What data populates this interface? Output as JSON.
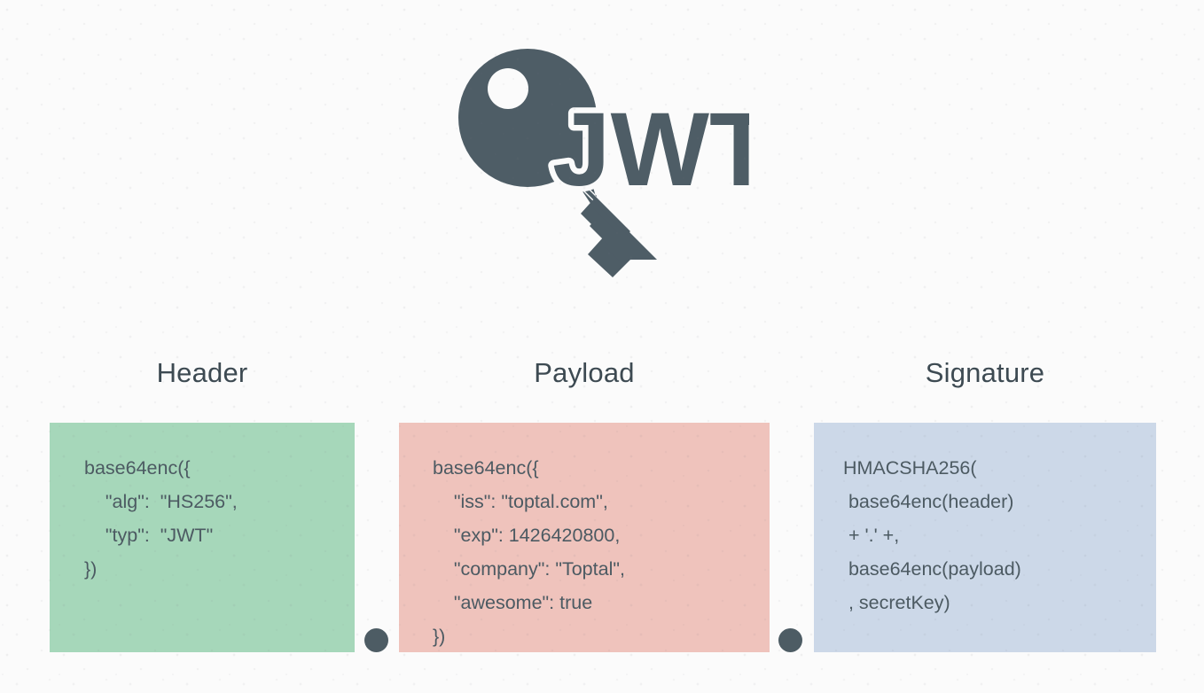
{
  "logo": {
    "brand_text": "JWT",
    "icon": "key-icon",
    "color": "#4e5d66"
  },
  "theme": {
    "background": "#fbfbfb",
    "text": "#4c5a62",
    "header_fill": "#a6d7ba",
    "payload_fill": "#efc3bc",
    "signature_fill": "#ccd8e8",
    "dot_fill": "#4d5c64"
  },
  "columns": [
    {
      "title": "Header",
      "code": "base64enc({\n    \"alg\":  \"HS256\",\n    \"typ\":  \"JWT\"\n})"
    },
    {
      "title": "Payload",
      "code": "base64enc({\n    \"iss\": \"toptal.com\",\n    \"exp\": 1426420800,\n    \"company\": \"Toptal\",\n    \"awesome\": true\n})"
    },
    {
      "title": "Signature",
      "code": "HMACSHA256(\n base64enc(header)\n + '.' +,\n base64enc(payload)\n , secretKey)"
    }
  ],
  "separators": [
    {
      "name": "dot-1",
      "symbol": "."
    },
    {
      "name": "dot-2",
      "symbol": "."
    }
  ]
}
